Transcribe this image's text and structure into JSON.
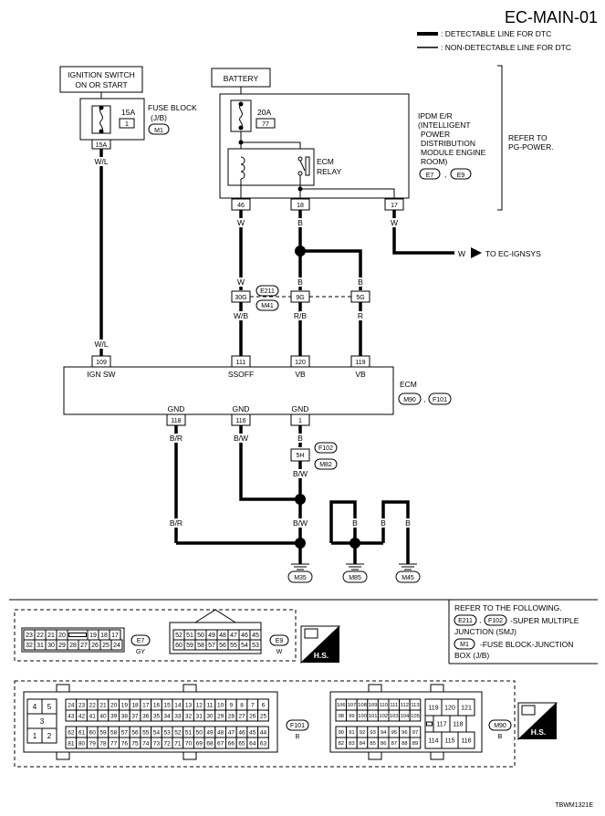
{
  "header": {
    "title": "EC-MAIN-01",
    "legend_detectable": ": DETECTABLE LINE FOR DTC",
    "legend_non_detectable": ": NON-DETECTABLE LINE FOR DTC"
  },
  "components": {
    "ignition_switch": {
      "line1": "IGNITION SWITCH",
      "line2": "ON OR START"
    },
    "battery": "BATTERY",
    "fuse_block": {
      "fuse": "15A",
      "slot": "1",
      "label1": "FUSE BLOCK",
      "label2": "(J/B)",
      "connector": "M1",
      "terminal": "15A"
    },
    "ipdm": {
      "fuse": "20A",
      "slot": "77",
      "relay1": "ECM",
      "relay2": "RELAY",
      "l1": "IPDM E/R",
      "l2": "(INTELLIGENT",
      "l3": "POWER",
      "l4": "DISTRIBUTION",
      "l5": "MODULE ENGINE",
      "l6": "ROOM)",
      "conn1": "E7",
      "conn2": "E9",
      "term_a": "46",
      "term_b": "18",
      "term_c": "17"
    },
    "refer": {
      "l1": "REFER TO",
      "l2": "PG-POWER."
    },
    "to_ignsys": "TO EC-IGNSYS",
    "junction": {
      "t1": "30G",
      "t2": "9G",
      "t3": "5G",
      "conn1": "E211",
      "conn2": "M41"
    },
    "ecm": {
      "label": "ECM",
      "conn1": "M90",
      "conn2": "F101",
      "pins_top": [
        {
          "num": "109",
          "name": "IGN SW"
        },
        {
          "num": "111",
          "name": "SSOFF"
        },
        {
          "num": "120",
          "name": "VB"
        },
        {
          "num": "119",
          "name": "VB"
        }
      ],
      "pins_bottom": [
        {
          "num": "118",
          "name": "GND"
        },
        {
          "num": "116",
          "name": "GND"
        },
        {
          "num": "1",
          "name": "GND"
        }
      ]
    },
    "f102": {
      "term": "5H",
      "conn1": "F102",
      "conn2": "M82"
    },
    "grounds": [
      "M35",
      "M85",
      "M45"
    ]
  },
  "wires": {
    "wl": "W/L",
    "w": "W",
    "b": "B",
    "wb": "W/B",
    "rb": "R/B",
    "r": "R",
    "br": "B/R",
    "bw": "B/W"
  },
  "connectors_panel": {
    "e7": {
      "name": "E7",
      "color": "GY",
      "row1": [
        "23",
        "22",
        "21",
        "20",
        "",
        "19",
        "18",
        "17"
      ],
      "row2": [
        "32",
        "31",
        "30",
        "29",
        "28",
        "27",
        "26",
        "25",
        "24"
      ]
    },
    "e9": {
      "name": "E9",
      "color": "W",
      "row1": [
        "52",
        "51",
        "50",
        "49",
        "48",
        "47",
        "46",
        "45"
      ],
      "row2": [
        "60",
        "59",
        "58",
        "57",
        "56",
        "55",
        "54",
        "53"
      ]
    },
    "hs": "H.S.",
    "refer_note": {
      "l1": "REFER TO THE FOLLOWING.",
      "e211": "E211",
      "f102": "F102",
      "smj1": "-SUPER MULTIPLE",
      "smj2": "JUNCTION (SMJ)",
      "m1": "M1",
      "jb1": "-FUSE BLOCK-JUNCTION",
      "jb2": "BOX (J/B)"
    }
  },
  "bottom_panel": {
    "f101": {
      "name": "F101",
      "color": "B",
      "left": [
        "4",
        "5",
        "3",
        "1",
        "2"
      ],
      "row1": [
        "24",
        "23",
        "22",
        "21",
        "20",
        "19",
        "18",
        "17",
        "16",
        "15",
        "14",
        "13",
        "12",
        "11",
        "10",
        "9",
        "8",
        "7",
        "6"
      ],
      "row2": [
        "43",
        "42",
        "41",
        "40",
        "39",
        "38",
        "37",
        "36",
        "35",
        "34",
        "33",
        "32",
        "31",
        "30",
        "29",
        "28",
        "27",
        "26",
        "25"
      ],
      "row3": [
        "62",
        "61",
        "60",
        "59",
        "58",
        "57",
        "56",
        "55",
        "54",
        "53",
        "52",
        "51",
        "50",
        "49",
        "48",
        "47",
        "46",
        "45",
        "44"
      ],
      "row4": [
        "81",
        "80",
        "79",
        "78",
        "77",
        "76",
        "75",
        "74",
        "73",
        "72",
        "71",
        "70",
        "69",
        "68",
        "67",
        "66",
        "65",
        "64",
        "63"
      ]
    },
    "m90": {
      "name": "M90",
      "color": "B",
      "row1": [
        "106",
        "107",
        "108",
        "109",
        "110",
        "111",
        "112",
        "113"
      ],
      "row2": [
        "98",
        "99",
        "100",
        "101",
        "102",
        "103",
        "104",
        "105"
      ],
      "row3": [
        "90",
        "91",
        "92",
        "93",
        "94",
        "95",
        "96",
        "97"
      ],
      "row4": [
        "82",
        "83",
        "84",
        "85",
        "86",
        "87",
        "88",
        "89"
      ],
      "right": [
        "119",
        "120",
        "121",
        "117",
        "118",
        "114",
        "115",
        "116"
      ]
    },
    "hs": "H.S."
  },
  "footer": {
    "code": "TBWM1321E"
  }
}
